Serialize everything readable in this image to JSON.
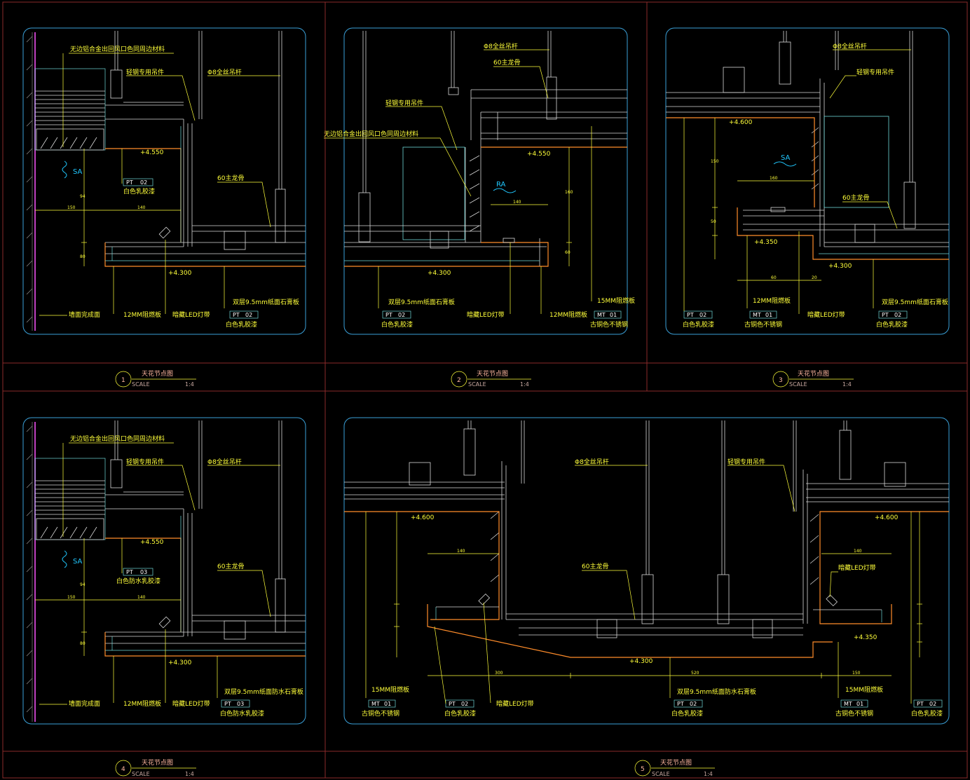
{
  "sheet": {
    "colors": {
      "frame": "#8a2a2a",
      "viewport": "#3aa0d8",
      "label": "#ffff3a",
      "line": "#d8d8d8",
      "finish": "#ff8c2a",
      "air_symbol": "#20c8ff",
      "title": "#ffb7a0"
    },
    "details": [
      {
        "number": "1",
        "title": "天花节点图",
        "scale_label": "SCALE",
        "scale_value": "1:4",
        "annotations": {
          "diffuser": "无边铝合金出回风口色同周边材料",
          "hanger": "轻钢专用吊件",
          "rod": "Φ8全丝吊杆",
          "keel": "60主龙骨",
          "elev_top": "+4.550",
          "elev_bottom": "+4.300",
          "air": "SA",
          "tag_a_code": "PT",
          "tag_a_no": "02",
          "tag_a_desc": "白色乳胶漆",
          "wall": "墙面完成面",
          "board": "12MM阻燃板",
          "led": "暗藏LED灯带",
          "gypsum": "双层9.5mm纸面石膏板",
          "tag_b_code": "PT",
          "tag_b_no": "02",
          "tag_b_desc": "白色乳胶漆",
          "dim_a": "150",
          "dim_b": "140",
          "dim_c": "94",
          "dim_d": "80"
        }
      },
      {
        "number": "2",
        "title": "天花节点图",
        "scale_label": "SCALE",
        "scale_value": "1:4",
        "annotations": {
          "rod": "Φ8全丝吊杆",
          "keel": "60主龙骨",
          "hanger": "轻钢专用吊件",
          "diffuser": "无边铝合金出回风口色同周边材料",
          "elev_top": "+4.550",
          "elev_bottom": "+4.300",
          "air": "RA",
          "gypsum": "双层9.5mm纸面石膏板",
          "tag_a_code": "PT",
          "tag_a_no": "02",
          "tag_a_desc": "白色乳胶漆",
          "led": "暗藏LED灯带",
          "board": "12MM阻燃板",
          "board15": "15MM阻燃板",
          "tag_b_code": "MT",
          "tag_b_no": "01",
          "tag_b_desc": "古铜色不锈钢",
          "dim_a": "140",
          "dim_b": "160",
          "dim_c": "60"
        }
      },
      {
        "number": "3",
        "title": "天花节点图",
        "scale_label": "SCALE",
        "scale_value": "1:4",
        "annotations": {
          "rod": "Φ8全丝吊杆",
          "hanger": "轻钢专用吊件",
          "elev_top": "+4.600",
          "elev_mid": "+4.350",
          "elev_bottom": "+4.300",
          "air": "SA",
          "keel": "60主龙骨",
          "board": "12MM阻燃板",
          "tag_m_code": "MT",
          "tag_m_no": "01",
          "tag_m_desc": "古铜色不锈钢",
          "led": "暗藏LED灯带",
          "gypsum": "双层9.5mm纸面石膏板",
          "tag_a_code": "PT",
          "tag_a_no": "02",
          "tag_a_desc": "白色乳胶漆",
          "tag_b_code": "PT",
          "tag_b_no": "02",
          "tag_b_desc": "白色乳胶漆",
          "dim_a": "150",
          "dim_b": "160",
          "dim_c": "20",
          "dim_d": "50",
          "dim_e": "60"
        }
      },
      {
        "number": "4",
        "title": "天花节点图",
        "scale_label": "SCALE",
        "scale_value": "1:4",
        "annotations": {
          "diffuser": "无边铝合金出回风口色同周边材料",
          "hanger": "轻钢专用吊件",
          "rod": "Φ8全丝吊杆",
          "keel": "60主龙骨",
          "elev_top": "+4.550",
          "elev_bottom": "+4.300",
          "air": "SA",
          "tag_a_code": "PT",
          "tag_a_no": "03",
          "tag_a_desc": "白色防水乳胶漆",
          "wall": "墙面完成面",
          "board": "12MM阻燃板",
          "led": "暗藏LED灯带",
          "gypsum": "双层9.5mm纸面防水石膏板",
          "tag_b_code": "PT",
          "tag_b_no": "03",
          "tag_b_desc": "白色防水乳胶漆",
          "dim_a": "150",
          "dim_b": "140",
          "dim_c": "94",
          "dim_d": "80"
        }
      },
      {
        "number": "5",
        "title": "天花节点图",
        "scale_label": "SCALE",
        "scale_value": "1:4",
        "annotations": {
          "rod": "Φ8全丝吊杆",
          "hanger": "轻钢专用吊件",
          "keel": "60主龙骨",
          "led_right": "暗藏LED灯带",
          "elev_left": "+4.600",
          "elev_right": "+4.600",
          "elev_mid": "+4.350",
          "elev_bottom": "+4.300",
          "board_left": "15MM阻燃板",
          "tag_l_code": "MT",
          "tag_l_no": "01",
          "tag_l_desc": "古铜色不锈钢",
          "tag_pt_code": "PT",
          "tag_pt_no": "02",
          "tag_pt_desc": "白色乳胶漆",
          "led": "暗藏LED灯带",
          "gypsum": "双层9.5mm纸面防水石膏板",
          "tag_c_code": "PT",
          "tag_c_no": "02",
          "tag_c_desc": "白色乳胶漆",
          "board_right": "15MM阻燃板",
          "tag_r_code": "MT",
          "tag_r_no": "01",
          "tag_r_desc": "古铜色不锈钢",
          "tag_rr_code": "PT",
          "tag_rr_no": "02",
          "tag_rr_desc": "白色乳胶漆",
          "dim_a": "140",
          "dim_b": "300",
          "dim_c": "520",
          "dim_d": "150",
          "dim_e": "140"
        }
      }
    ]
  }
}
